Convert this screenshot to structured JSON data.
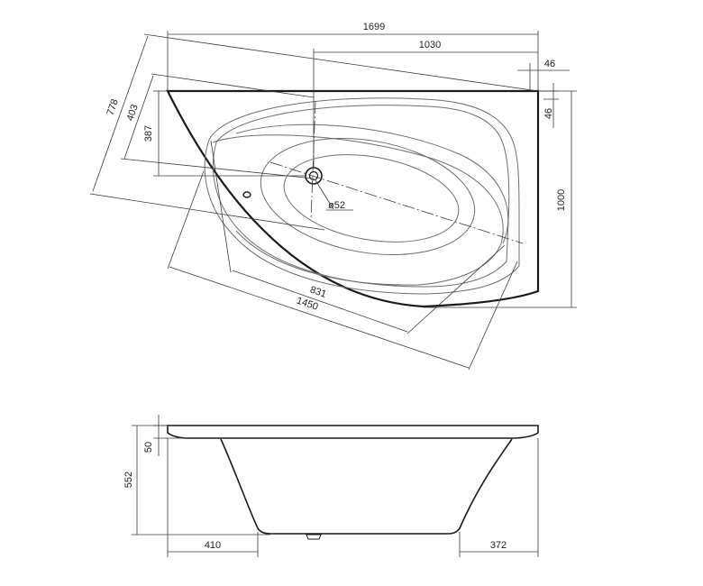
{
  "top_view": {
    "overall_width": "1699",
    "drain_offset": "1030",
    "rim_offset_horizontal": "46",
    "rim_offset_vertical": "46",
    "diagonal_depth": "778",
    "side_depth_outer": "403",
    "side_depth_inner": "387",
    "overall_depth": "1000",
    "drain_diameter": "ø52",
    "inner_length": "831",
    "outer_length": "1450"
  },
  "side_view": {
    "rim_height": "50",
    "total_height": "552",
    "left_offset": "410",
    "right_offset": "372"
  },
  "colors": {
    "outline": "#1a1a1a",
    "inner": "#6e6e6e",
    "dimension": "#3a3a3a"
  }
}
